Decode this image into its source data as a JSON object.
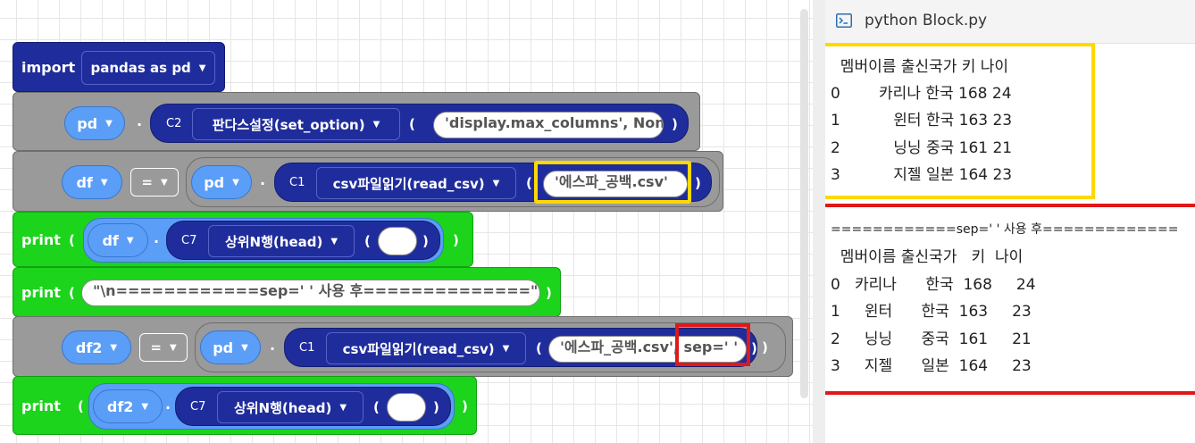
{
  "blocks": {
    "import": {
      "keyword": "import",
      "module": "pandas as pd"
    },
    "set_option": {
      "object": "pd",
      "dot": ".",
      "badge": "C2",
      "method": "판다스설정(set_option)",
      "open": "(",
      "arg": "'display.max_columns', None",
      "close": ")"
    },
    "read1": {
      "var": "df",
      "eq": "=",
      "object": "pd",
      "dot": ".",
      "badge": "C1",
      "method": "csv파일읽기(read_csv)",
      "open": "(",
      "arg": "'에스파_공백.csv'",
      "close": ")"
    },
    "print1": {
      "keyword": "print",
      "open": "(",
      "var": "df",
      "dot": ".",
      "badge": "C7",
      "method": "상위N행(head)",
      "inner_open": "(",
      "inner_close": ")",
      "close": ")"
    },
    "print2": {
      "keyword": "print",
      "open": "(",
      "arg": "\"\\n============sep=' ' 사용 후==============\"",
      "close": ")"
    },
    "read2": {
      "var": "df2",
      "eq": "=",
      "object": "pd",
      "dot": ".",
      "badge": "C1",
      "method": "csv파일읽기(read_csv)",
      "open": "(",
      "arg": "'에스파_공백.csv', sep=' '",
      "close": ")",
      "outer_close": ")"
    },
    "print3": {
      "keyword": "print",
      "open": "(",
      "var": "df2",
      "dot": ".",
      "badge": "C7",
      "method": "상위N행(head)",
      "inner_open": "(",
      "inner_close": ")",
      "close": ")"
    }
  },
  "console": {
    "title": "python Block.py",
    "output1": [
      "  멤버이름 출신국가 키 나이",
      "0        카리나 한국 168 24",
      "1           윈터 한국 163 23",
      "2           닝닝 중국 161 21",
      "3           지젤 일본 164 23"
    ],
    "separator": "============sep=' ' 사용 후=============",
    "output2": [
      "  멤버이름 출신국가   키  나이",
      "0   카리나      한국  168     24",
      "1     윈터      한국  163     23",
      "2     닝닝      중국  161     21",
      "3     지젤      일본  164     23"
    ]
  },
  "colors": {
    "block_navy": "#1f2d9c",
    "block_gray": "#9a9a9a",
    "block_green": "#1bd41b",
    "pill_blue": "#5b9ef7",
    "highlight_yellow": "#ffd800",
    "highlight_red": "#e01818"
  },
  "icons": {
    "console": "terminal-icon",
    "dropdown": "triangle-down-icon"
  }
}
